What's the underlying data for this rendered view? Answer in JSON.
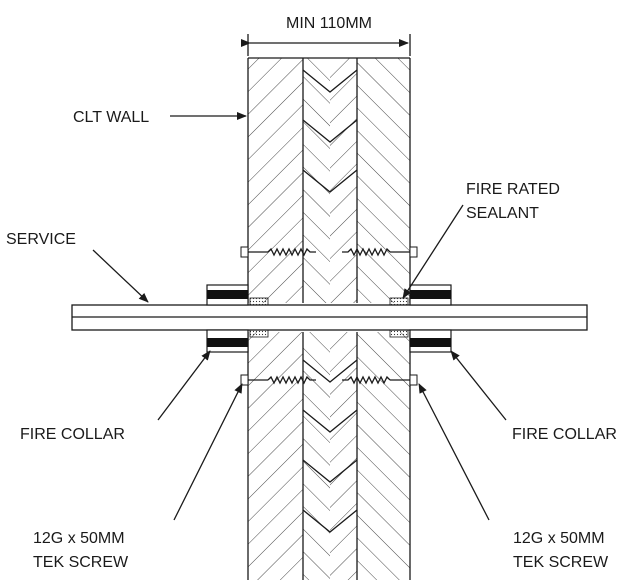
{
  "labels": {
    "dimension": "MIN 110MM",
    "clt_wall": "CLT WALL",
    "fire_rated_sealant_line1": "FIRE RATED",
    "fire_rated_sealant_line2": "SEALANT",
    "service": "SERVICE",
    "fire_collar_left": "FIRE COLLAR",
    "fire_collar_right": "FIRE COLLAR",
    "tek_screw_left_line1": "12G x 50MM",
    "tek_screw_left_line2": "TEK SCREW",
    "tek_screw_right_line1": "12G x 50MM",
    "tek_screw_right_line2": "TEK SCREW"
  }
}
